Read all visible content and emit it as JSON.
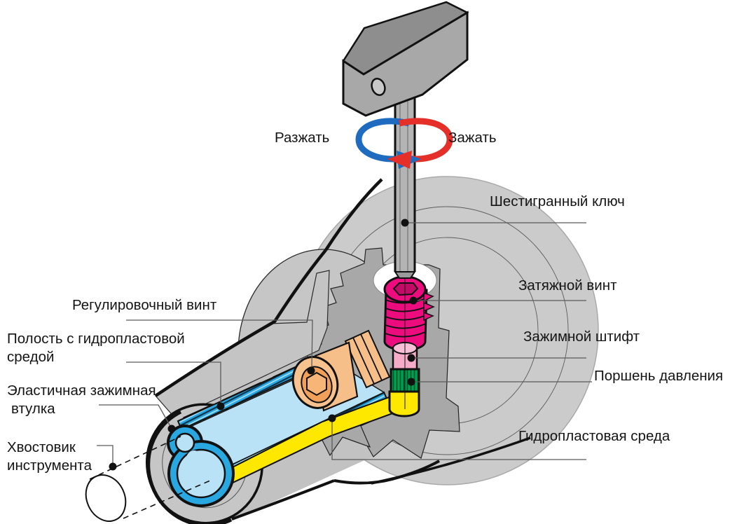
{
  "figure_labels": {
    "release": "Разжать",
    "clamp": "Зажать",
    "hex_key": "Шестигранный ключ",
    "tightening_screw": "Затяжной винт",
    "clamping_pin": "Зажимной штифт",
    "pressure_piston": "Поршень давления",
    "hydroplastic_medium": "Гидропластовая среда",
    "adjusting_screw": "Регулировочный винт",
    "cavity_line1": "Полость с гидропластовой",
    "cavity_line2": "средой",
    "sleeve_line1": "Эластичная зажимная",
    "sleeve_line2": "втулка",
    "shank_line1": "Хвостовик",
    "shank_line2": "инструмента"
  },
  "colors": {
    "body_gray": "#c9c9c9",
    "section_gray": "#a8a8a8",
    "step_face_gray": "#c4c4c4",
    "tightening_screw_magenta": "#ec0c7d",
    "clamping_pin_pink": "#f6abc9",
    "pressure_piston_green": "#00a150",
    "hydroplastic_yellow": "#ffe800",
    "sleeve_blue": "#29a7e1",
    "bore_light_blue": "#b9e2f6",
    "adjusting_screw_orange": "#f6bf8a",
    "arrow_release_blue": "#1e6bc0",
    "arrow_clamp_red": "#e43028",
    "outline_black": "#111111"
  }
}
